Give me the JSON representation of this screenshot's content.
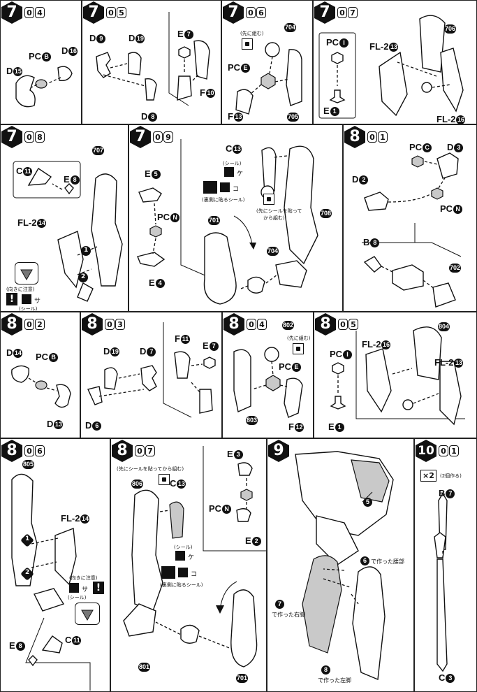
{
  "steps": {
    "s704": {
      "main": "7",
      "sub": [
        "0",
        "4"
      ],
      "parts": {
        "pcb": {
          "t": "PC",
          "c": "B"
        },
        "d16": {
          "t": "D",
          "c": "16"
        },
        "d15": {
          "t": "D",
          "c": "15"
        }
      }
    },
    "s705": {
      "main": "7",
      "sub": [
        "0",
        "5"
      ],
      "parts": {
        "d9": {
          "t": "D",
          "c": "9"
        },
        "d19": {
          "t": "D",
          "c": "19"
        },
        "d8": {
          "t": "D",
          "c": "8"
        },
        "e7": {
          "t": "E",
          "c": "7"
        },
        "f10": {
          "t": "F",
          "c": "10"
        }
      }
    },
    "s706": {
      "main": "7",
      "sub": [
        "0",
        "6"
      ],
      "parts": {
        "ref704": {
          "t": "",
          "c": "704"
        },
        "pce": {
          "t": "PC",
          "c": "E"
        },
        "f13": {
          "t": "F",
          "c": "13"
        },
        "ref705": {
          "t": "",
          "c": "705"
        }
      },
      "note": "(先に組む)"
    },
    "s707": {
      "main": "7",
      "sub": [
        "0",
        "7"
      ],
      "parts": {
        "pci": {
          "t": "PC",
          "c": "I"
        },
        "e1": {
          "t": "E",
          "c": "1"
        },
        "fl2_13": {
          "t": "FL-2",
          "c": "13"
        },
        "fl2_16": {
          "t": "FL-2",
          "c": "16"
        },
        "ref706": {
          "t": "",
          "c": "706"
        }
      }
    },
    "s708": {
      "main": "7",
      "sub": [
        "0",
        "8"
      ],
      "parts": {
        "c11": {
          "t": "C",
          "c": "11"
        },
        "e8": {
          "t": "E",
          "c": "8"
        },
        "ref707": {
          "t": "",
          "c": "707"
        },
        "fl2_14": {
          "t": "FL-2",
          "c": "14"
        }
      },
      "arrows": [
        "1",
        "2"
      ],
      "note_dir": "(向きに注意)",
      "seal": "(シール)",
      "sticker": "サ"
    },
    "s709": {
      "main": "7",
      "sub": [
        "0",
        "9"
      ],
      "parts": {
        "e5": {
          "t": "E",
          "c": "5"
        },
        "pcn": {
          "t": "PC",
          "c": "N"
        },
        "e4": {
          "t": "E",
          "c": "4"
        },
        "c13": {
          "t": "C",
          "c": "13"
        },
        "ref708": {
          "t": "",
          "c": "708"
        },
        "ref701": {
          "t": "",
          "c": "701"
        },
        "ref704b": {
          "t": "",
          "c": "704"
        }
      },
      "seal": "(シール)",
      "sticker_ke": "ケ",
      "sticker_ko": "コ",
      "note_first": "(先にシールを貼って",
      "note_first2": "から組む)",
      "note_back": "(裏側に貼るシール)"
    },
    "s801": {
      "main": "8",
      "sub": [
        "0",
        "1"
      ],
      "parts": {
        "pcc": {
          "t": "PC",
          "c": "C"
        },
        "d3": {
          "t": "D",
          "c": "3"
        },
        "d2": {
          "t": "D",
          "c": "2"
        },
        "pcn": {
          "t": "PC",
          "c": "N"
        },
        "b8": {
          "t": "B",
          "c": "8"
        },
        "ref702": {
          "t": "",
          "c": "702"
        }
      }
    },
    "s802": {
      "main": "8",
      "sub": [
        "0",
        "2"
      ],
      "parts": {
        "d14": {
          "t": "D",
          "c": "14"
        },
        "pcb": {
          "t": "PC",
          "c": "B"
        },
        "d13": {
          "t": "D",
          "c": "13"
        }
      }
    },
    "s803": {
      "main": "8",
      "sub": [
        "0",
        "3"
      ],
      "parts": {
        "d19": {
          "t": "D",
          "c": "19"
        },
        "d7": {
          "t": "D",
          "c": "7"
        },
        "d6": {
          "t": "D",
          "c": "6"
        },
        "f11": {
          "t": "F",
          "c": "11"
        },
        "e7": {
          "t": "E",
          "c": "7"
        }
      }
    },
    "s804": {
      "main": "8",
      "sub": [
        "0",
        "4"
      ],
      "parts": {
        "ref802": {
          "t": "",
          "c": "802"
        },
        "pce": {
          "t": "PC",
          "c": "E"
        },
        "f12": {
          "t": "F",
          "c": "12"
        },
        "ref803": {
          "t": "",
          "c": "803"
        }
      },
      "note": "(先に組む)"
    },
    "s805": {
      "main": "8",
      "sub": [
        "0",
        "5"
      ],
      "parts": {
        "pci": {
          "t": "PC",
          "c": "I"
        },
        "e1": {
          "t": "E",
          "c": "1"
        },
        "fl2_16": {
          "t": "FL-2",
          "c": "16"
        },
        "fl2_13": {
          "t": "FL-2",
          "c": "13"
        },
        "ref804": {
          "t": "",
          "c": "804"
        }
      }
    },
    "s806": {
      "main": "8",
      "sub": [
        "0",
        "6"
      ],
      "parts": {
        "ref805": {
          "t": "",
          "c": "805"
        },
        "fl2_14": {
          "t": "FL-2",
          "c": "14"
        },
        "e8": {
          "t": "E",
          "c": "8"
        },
        "c11": {
          "t": "C",
          "c": "11"
        }
      },
      "arrows": [
        "1",
        "2"
      ],
      "note_dir": "(向きに注意)",
      "seal": "(シール)",
      "sticker": "サ"
    },
    "s807": {
      "main": "8",
      "sub": [
        "0",
        "7"
      ],
      "parts": {
        "ref806": {
          "t": "",
          "c": "806"
        },
        "c13": {
          "t": "C",
          "c": "13"
        },
        "e3": {
          "t": "E",
          "c": "3"
        },
        "pcn": {
          "t": "PC",
          "c": "N"
        },
        "e2": {
          "t": "E",
          "c": "2"
        },
        "ref801": {
          "t": "",
          "c": "801"
        },
        "ref701": {
          "t": "",
          "c": "701"
        }
      },
      "seal": "(シール)",
      "sticker_ke": "ケ",
      "sticker_ko": "コ",
      "note_first": "(先にシールを貼ってから組む)",
      "note_back": "(裏側に貼るシール)"
    },
    "s9": {
      "main": "9",
      "parts": {
        "ref5": {
          "t": "",
          "c": "5"
        },
        "ref6": {
          "t": "",
          "c": "6"
        },
        "ref7": {
          "t": "",
          "c": "7"
        },
        "ref8": {
          "t": "",
          "c": "8"
        }
      },
      "waist": "で作った腰部",
      "right_leg": "で作った右脚",
      "left_leg": "で作った左脚"
    },
    "s1001": {
      "main": "10",
      "sub": [
        "0",
        "1"
      ],
      "times": "×2",
      "times_note": "(2個作る)",
      "parts": {
        "b7": {
          "t": "B",
          "c": "7"
        },
        "c3": {
          "t": "C",
          "c": "3"
        }
      }
    }
  },
  "colors": {
    "ink": "#111111",
    "paper": "#ffffff",
    "grey": "#c9c9c9"
  }
}
